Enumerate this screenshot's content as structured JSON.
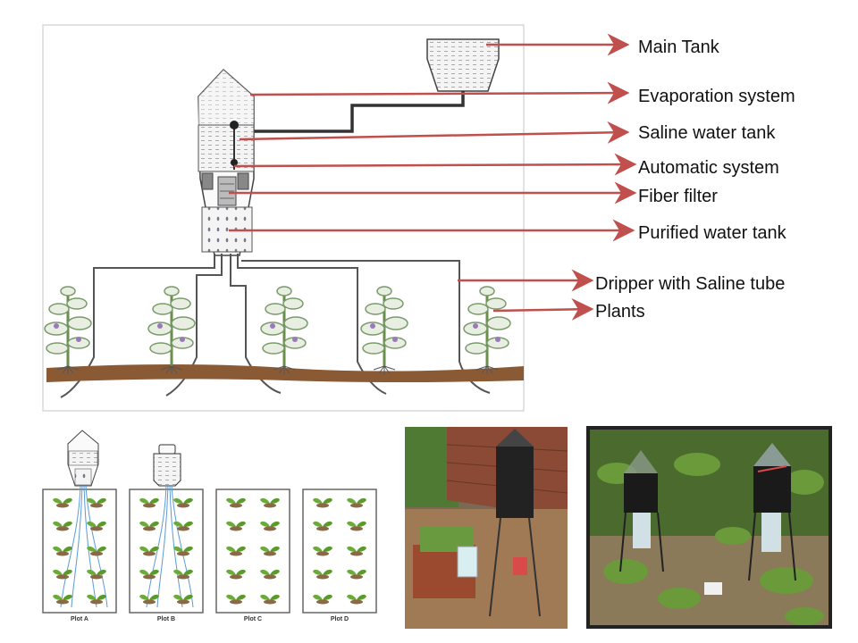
{
  "labels": {
    "main_tank": "Main Tank",
    "evaporation": "Evaporation system",
    "saline_tank": "Saline water tank",
    "automatic": "Automatic system",
    "fiber_filter": "Fiber filter",
    "purified_tank": "Purified water tank",
    "dripper": "Dripper with Saline tube",
    "plants": "Plants"
  },
  "plots": [
    "Plot A",
    "Plot B",
    "Plot C",
    "Plot D"
  ],
  "colors": {
    "arrow": "#c0504d",
    "soil": "#8a5a35",
    "pipe": "#555555",
    "drip_line": "#5b9bd5",
    "plant_leaf": "#5a9a3a",
    "photo_field": "#4a6b2d",
    "photo_frame": "#222222"
  },
  "icons": [
    "arrow-right-icon",
    "plant-icon",
    "tank-icon"
  ]
}
